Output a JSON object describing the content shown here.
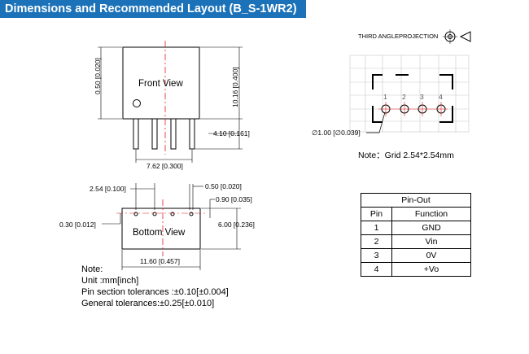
{
  "title": "Dimensions and Recommended Layout (B_S-1WR2)",
  "projection_label": "THIRD ANGLEPROJECTION",
  "front_view": {
    "label": "Front View",
    "dim_pin_top": "0.50 [0.020]",
    "dim_height": "10.16 [0.400]",
    "dim_pin_length": "4.10 [0.161]",
    "dim_pitch": "7.62 [0.300]"
  },
  "bottom_view": {
    "label": "Bottom View",
    "dim_pin_spacing": "2.54 [0.100]",
    "dim_pin_width": "0.50 [0.020]",
    "dim_pin_depth": "0.90 [0.035]",
    "dim_edge": "0.30 [0.012]",
    "dim_depth": "6.00 [0.236]",
    "dim_length": "11.60 [0.457]"
  },
  "layout": {
    "pin_numbers": [
      "1",
      "2",
      "3",
      "4"
    ],
    "hole_dim": "∅1.00 [∅0.039]",
    "grid_note": "Note：Grid 2.54*2.54mm"
  },
  "notes": {
    "heading": "Note:",
    "unit": "Unit :mm[inch]",
    "pin_tol": "Pin section tolerances :±0.10[±0.004]",
    "general_tol": "General tolerances:±0.25[±0.010]"
  },
  "pinout": {
    "title": "Pin-Out",
    "headers": [
      "Pin",
      "Function"
    ],
    "rows": [
      [
        "1",
        "GND"
      ],
      [
        "2",
        "Vin"
      ],
      [
        "3",
        "0V"
      ],
      [
        "4",
        "+Vo"
      ]
    ]
  }
}
